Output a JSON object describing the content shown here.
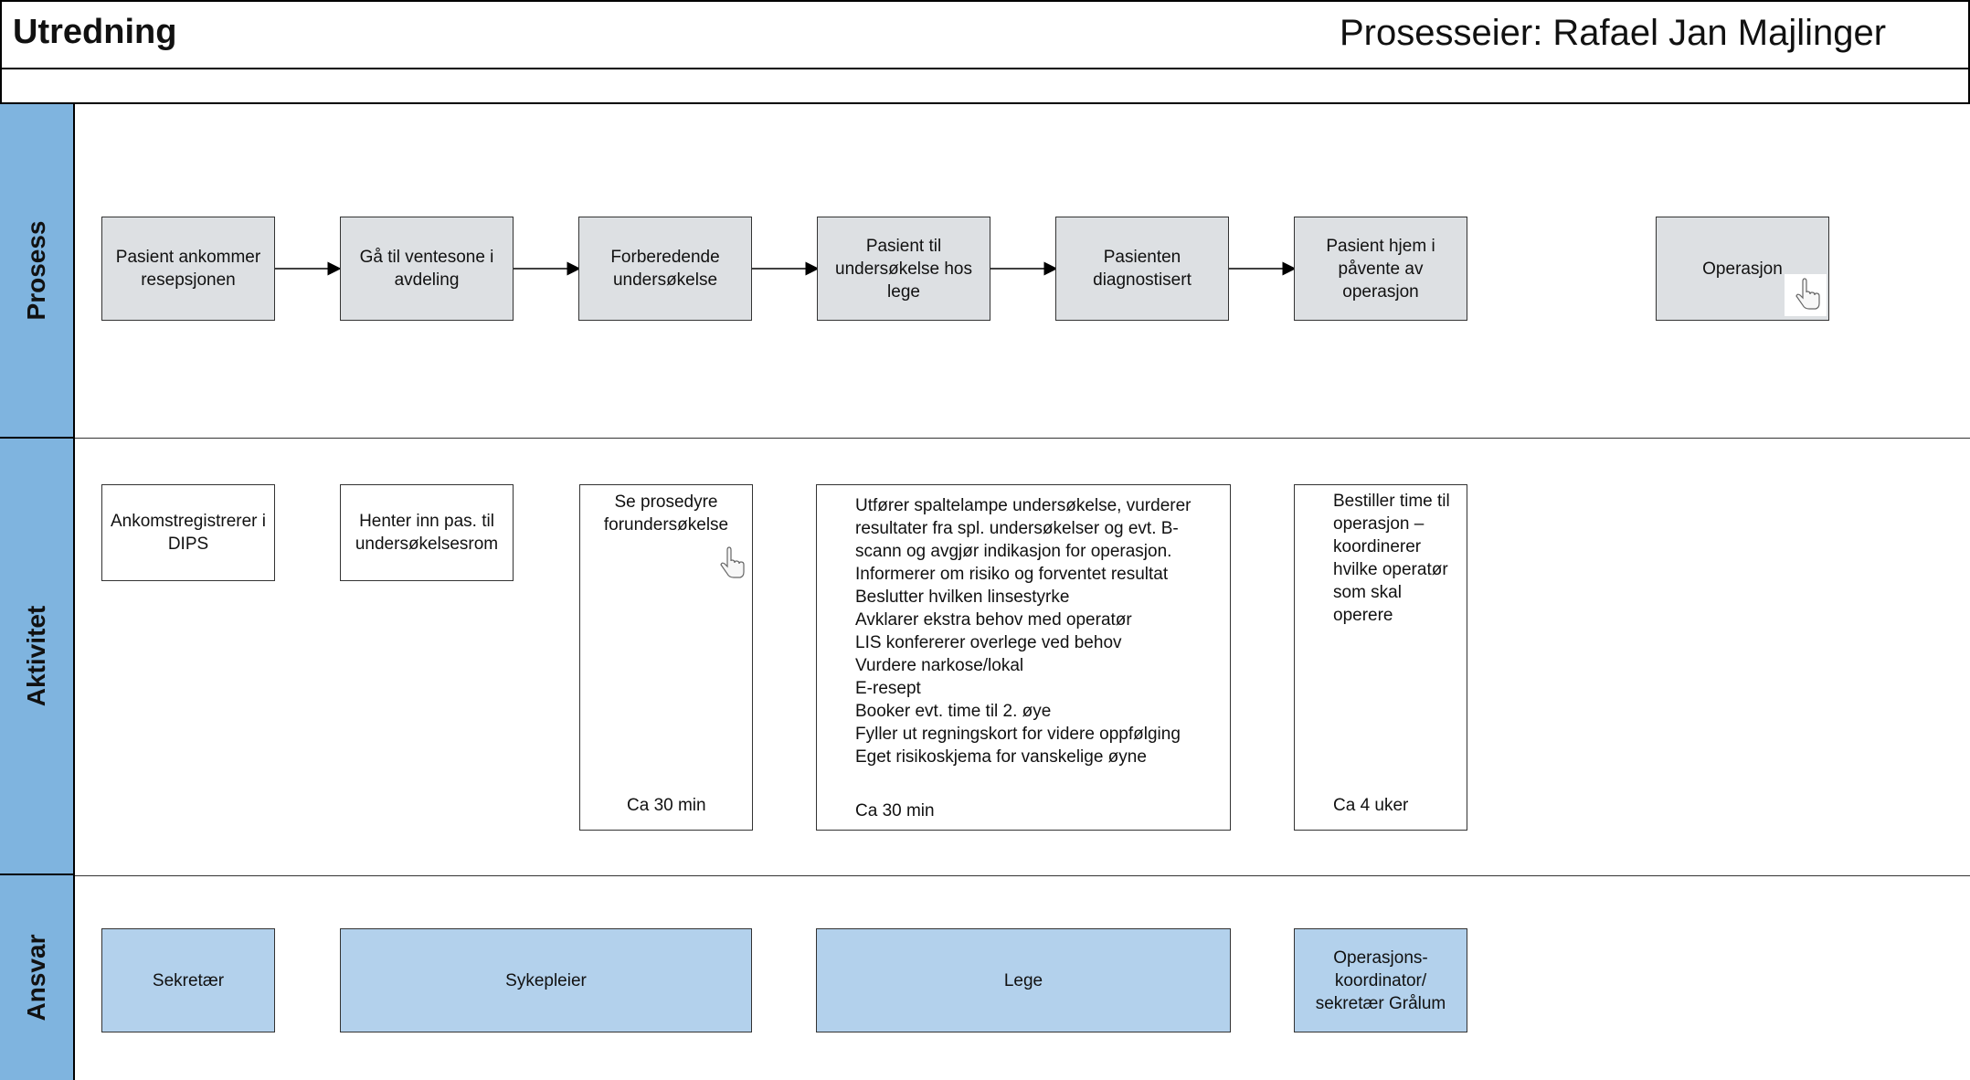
{
  "header": {
    "title": "Utredning",
    "owner": "Prosesseier: Rafael Jan Majlinger"
  },
  "lanes": {
    "process": "Prosess",
    "activity": "Aktivitet",
    "responsibility": "Ansvar"
  },
  "process_steps": [
    "Pasient ankommer resepsjonen",
    "Gå til ventesone i avdeling",
    "Forberedende undersøkelse",
    "Pasient til undersøkelse hos lege",
    "Pasienten diagnostisert",
    "Pasient hjem i påvente av operasjon",
    "Operasjon"
  ],
  "activities": {
    "a1": "Ankomstregistrerer i DIPS",
    "a2": "Henter inn pas. til undersøkelsesrom",
    "a3": {
      "text": "Se prosedyre forundersøkelse",
      "time": "Ca 30 min"
    },
    "a4": {
      "lines": [
        "Utfører spaltelampe undersøkelse, vurderer",
        "resultater fra spl. undersøkelser og evt. B-",
        "scann og avgjør indikasjon for operasjon.",
        "Informerer om risiko og forventet resultat",
        "Beslutter hvilken linsestyrke",
        "Avklarer ekstra behov med operatør",
        "LIS konfererer overlege ved behov",
        "Vurdere narkose/lokal",
        "E-resept",
        "Booker evt. time til 2. øye",
        "Fyller ut regningskort for videre oppfølging",
        "Eget risikoskjema for vanskelige øyne"
      ],
      "time": "Ca 30 min"
    },
    "a5": {
      "lines": [
        "Bestiller time til",
        "operasjon –",
        "koordinerer",
        "hvilke operatør",
        "som skal",
        "operere"
      ],
      "time": "Ca 4 uker"
    }
  },
  "responsibilities": [
    "Sekretær",
    "Sykepleier",
    "Lege",
    "Operasjons-koordinator/ sekretær Grålum"
  ],
  "colors": {
    "lane_label": "#7fb4df",
    "process_box": "#dde0e3",
    "responsibility_box": "#b3d1ec"
  },
  "icons": [
    "hand-cursor-icon",
    "arrow-icon"
  ]
}
